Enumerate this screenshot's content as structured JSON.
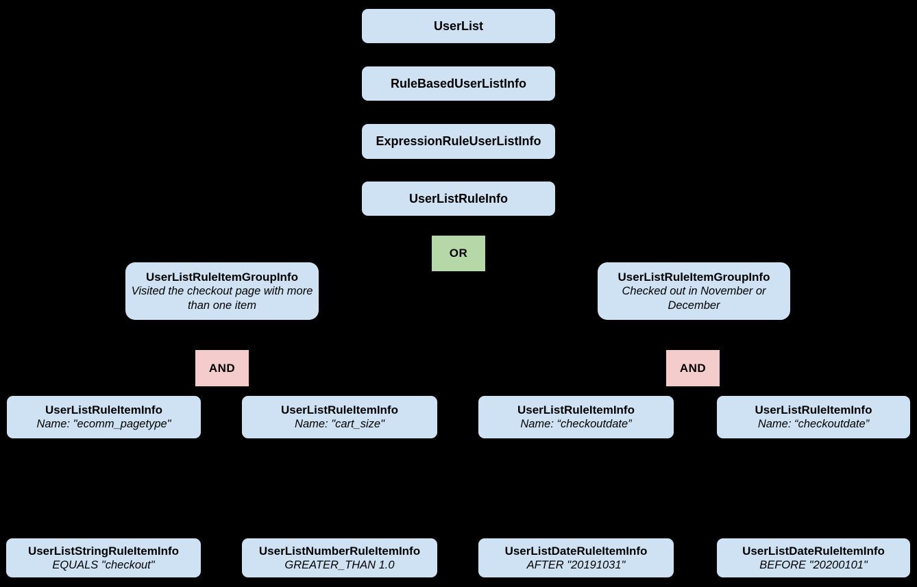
{
  "diagram": {
    "description": "Tree diagram of user list rule objects combined with OR/AND operators",
    "colors": {
      "background": "#000000",
      "node_fill": "#cfe2f3",
      "or_fill": "#b6d7a8",
      "and_fill": "#f4cccc",
      "text": "#000000"
    },
    "nodes": {
      "userlist": {
        "label": "UserList"
      },
      "rulebased": {
        "label": "RuleBasedUserListInfo"
      },
      "expressionrule": {
        "label": "ExpressionRuleUserListInfo"
      },
      "userlistruleinfo": {
        "label": "UserListRuleInfo"
      },
      "or_operator": {
        "label": "OR"
      },
      "and_left": {
        "label": "AND"
      },
      "and_right": {
        "label": "AND"
      },
      "group_left": {
        "title": "UserListRuleItemGroupInfo",
        "subtitle": "Visited the checkout page with more than one item"
      },
      "group_right": {
        "title": "UserListRuleItemGroupInfo",
        "subtitle": "Checked out in November or December"
      },
      "item1": {
        "title": "UserListRuleItemInfo",
        "subtitle": "Name: \"ecomm_pagetype\""
      },
      "item2": {
        "title": "UserListRuleItemInfo",
        "subtitle": "Name: \"cart_size\""
      },
      "item3": {
        "title": "UserListRuleItemInfo",
        "subtitle": "Name: “checkoutdate”"
      },
      "item4": {
        "title": "UserListRuleItemInfo",
        "subtitle": "Name: “checkoutdate”"
      },
      "leaf1": {
        "title": "UserListStringRuleItemInfo",
        "subtitle": "EQUALS \"checkout\""
      },
      "leaf2": {
        "title": "UserListNumberRuleItemInfo",
        "subtitle": "GREATER_THAN 1.0"
      },
      "leaf3": {
        "title": "UserListDateRuleItemInfo",
        "subtitle": "AFTER \"20191031\""
      },
      "leaf4": {
        "title": "UserListDateRuleItemInfo",
        "subtitle": "BEFORE \"20200101\""
      }
    }
  }
}
